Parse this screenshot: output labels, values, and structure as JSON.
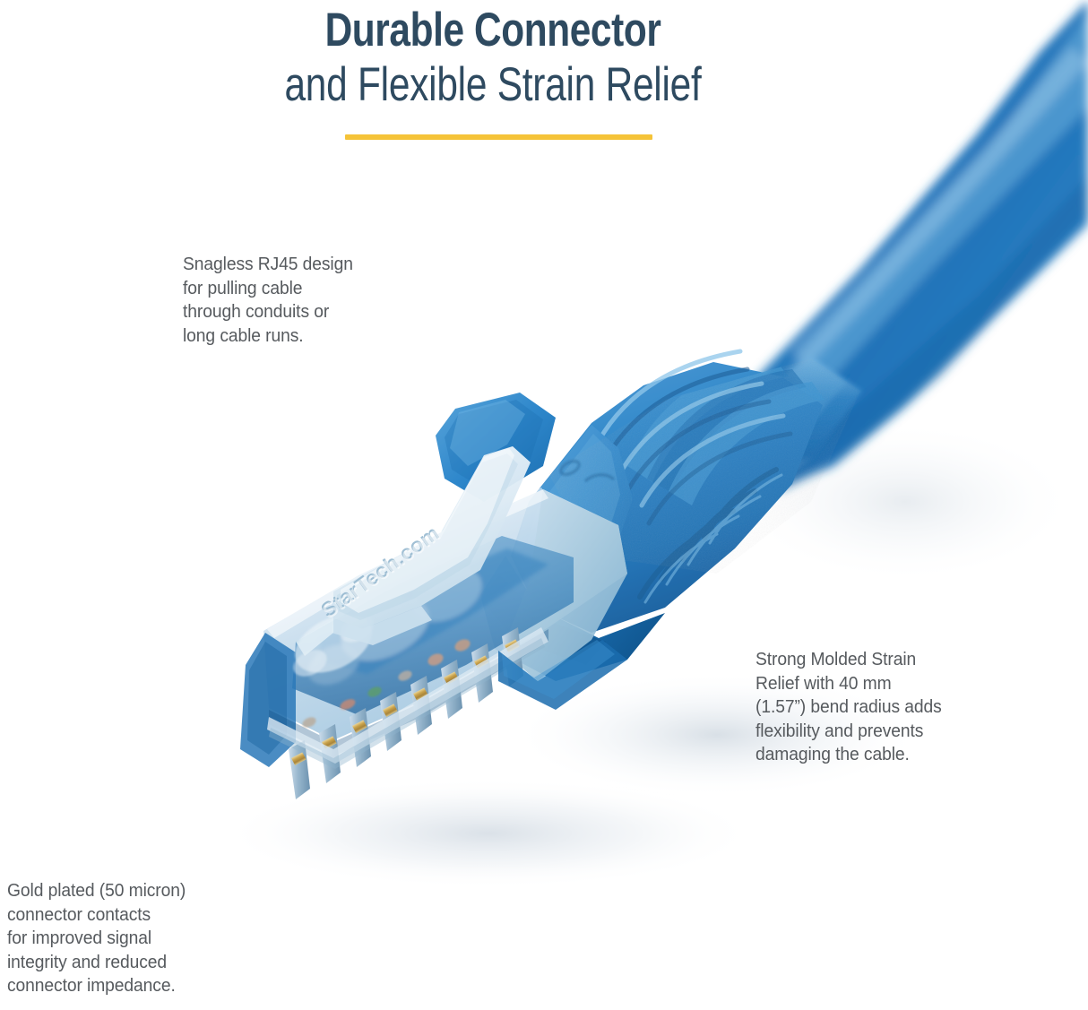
{
  "document": {
    "kind": "product-infographic",
    "brand_text": "StarTech.com",
    "background_color": "#ffffff"
  },
  "title": {
    "line1": "Durable Connector",
    "line2": "and Flexible Strain Relief",
    "color": "#2e4a60",
    "accent_bar_color": "#f5c338"
  },
  "captions": {
    "snagless": "Snagless RJ45 design\nfor pulling cable\nthrough conduits or\nlong cable runs.",
    "strain_relief": "Strong Molded Strain\nRelief with 40 mm\n(1.57”) bend radius adds\nflexibility and prevents\ndamaging the cable.",
    "gold_plated": "Gold plated (50 micron)\nconnector contacts\nfor improved signal\nintegrity and reduced\nconnector impedance.",
    "color": "#565a5e"
  },
  "product_photo": {
    "subject": "blue snagless RJ45 Cat6 ethernet cable connector",
    "cable_jacket_color": "#1f72b8",
    "boot_color": "#1f7ec4",
    "boot_shadow_color": "#145d96",
    "connector_housing_color": "#b9d4e8",
    "contact_pin_color": "#c9a24a",
    "latch_text": "StarTech.com",
    "contact_pin_count": 8,
    "boot_ridge_count": 6
  }
}
